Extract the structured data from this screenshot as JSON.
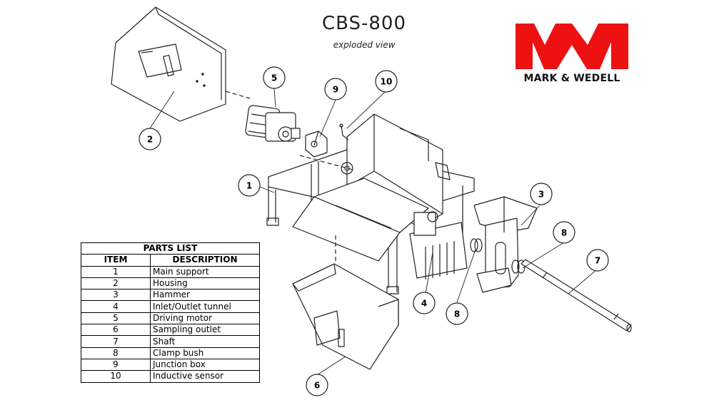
{
  "header": {
    "title": "CBS-800",
    "subtitle": "exploded view"
  },
  "brand": {
    "name": "MARK & WEDELL",
    "logo_color": "#ee1111"
  },
  "parts_list": {
    "title": "PARTS LIST",
    "columns": [
      "ITEM",
      "DESCRIPTION"
    ],
    "rows": [
      {
        "item": "1",
        "description": "Main support"
      },
      {
        "item": "2",
        "description": "Housing"
      },
      {
        "item": "3",
        "description": "Hammer"
      },
      {
        "item": "4",
        "description": "Inlet/Outlet tunnel"
      },
      {
        "item": "5",
        "description": "Driving motor"
      },
      {
        "item": "6",
        "description": "Sampling outlet"
      },
      {
        "item": "7",
        "description": "Shaft"
      },
      {
        "item": "8",
        "description": "Clamp bush"
      },
      {
        "item": "9",
        "description": "Junction box"
      },
      {
        "item": "10",
        "description": "Inductive sensor"
      }
    ]
  },
  "callouts": [
    {
      "label": "1"
    },
    {
      "label": "2"
    },
    {
      "label": "3"
    },
    {
      "label": "4"
    },
    {
      "label": "5"
    },
    {
      "label": "6"
    },
    {
      "label": "7"
    },
    {
      "label": "8"
    },
    {
      "label": "8"
    },
    {
      "label": "9"
    },
    {
      "label": "10"
    }
  ]
}
